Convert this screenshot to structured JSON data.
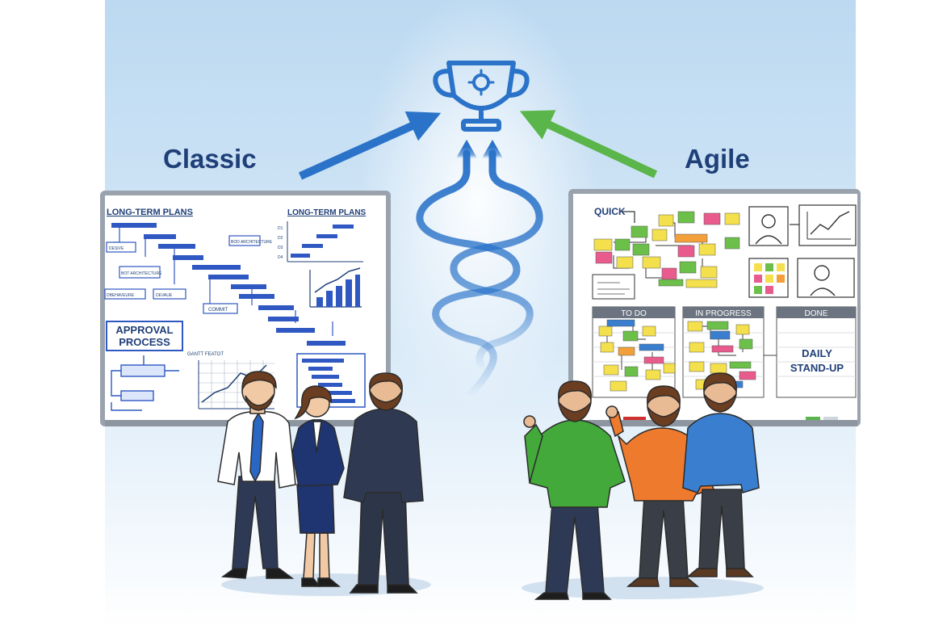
{
  "colors": {
    "background_top": "#bcd9f1",
    "heading": "#1f3f78",
    "classic_arrow": "#2a73c9",
    "agile_arrow": "#5ab54a",
    "trophy": "#2a73c9",
    "gantt_bar": "#2f58c2",
    "sticky_yellow": "#f4e04d",
    "sticky_green": "#6cc04a",
    "sticky_pink": "#e95b8c",
    "sticky_orange": "#f3a03b",
    "hoodie_green": "#43a93a",
    "hoodie_orange": "#ee7a2e",
    "hoodie_blue": "#3a7fcf"
  },
  "headings": {
    "classic": "Classic",
    "agile": "Agile"
  },
  "icons": {
    "goal": "trophy-icon",
    "path": "winding-path"
  },
  "classic_board": {
    "title_left": "LONG-TERM PLANS",
    "title_right": "LONG-TERM PLANS",
    "box_labels": [
      "DESIVE",
      "BOT ARCHITECTURE",
      "BOD ARCHITECTURE",
      "DBEHAVEURE",
      "DEVAUE",
      "COMMIT"
    ],
    "approval_line1": "APPROVAL",
    "approval_line2": "PROCESS",
    "chart_label": "GANTT FEATOT",
    "row_labels": [
      "D1",
      "D2",
      "D3",
      "D4"
    ]
  },
  "agile_board": {
    "quick_label": "QUICK",
    "columns": [
      "TO DO",
      "IN PROGRESS",
      "DONE"
    ],
    "daily_line1": "DAILY",
    "daily_line2": "STAND-UP"
  }
}
